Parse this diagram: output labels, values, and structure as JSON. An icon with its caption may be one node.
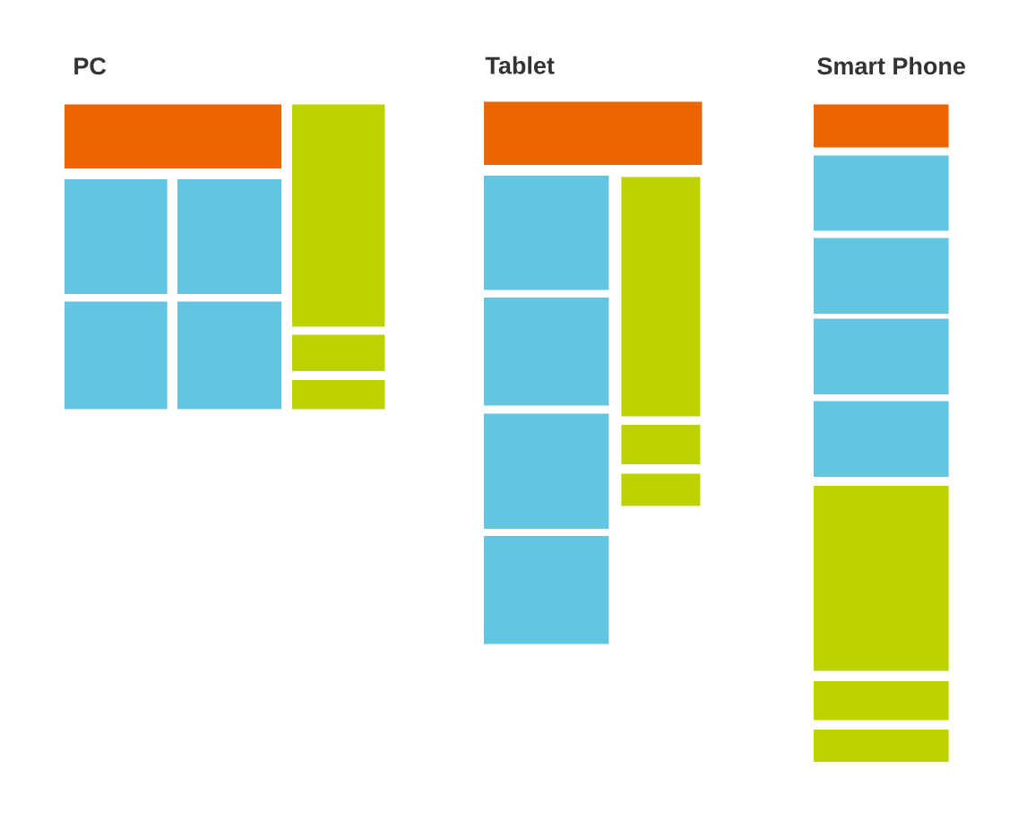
{
  "diagram": {
    "nodes": [
      {
        "text": [],
        "shape": "box"
      },
      {
        "text": [],
        "shape": "box"
      },
      {
        "text": [],
        "shape": "box"
      },
      {
        "text": [],
        "shape": "box"
      },
      {
        "text": [],
        "shape": "box"
      },
      {
        "text": [],
        "shape": "box"
      },
      {
        "text": [],
        "shape": "box"
      },
      {
        "text": [],
        "shape": "box"
      },
      {
        "text": [],
        "shape": "box"
      },
      {
        "text": [],
        "shape": "box"
      },
      {
        "text": [],
        "shape": "box"
      },
      {
        "text": [],
        "shape": "box"
      },
      {
        "text": [],
        "shape": "box"
      },
      {
        "text": [],
        "shape": "box"
      },
      {
        "text": [],
        "shape": "box"
      },
      {
        "text": [],
        "shape": "box"
      },
      {
        "text": [],
        "shape": "box"
      },
      {
        "text": [],
        "shape": "box"
      },
      {
        "text": [],
        "shape": "box"
      },
      {
        "text": [],
        "shape": "box"
      },
      {
        "text": [],
        "shape": "box"
      },
      {
        "text": [],
        "shape": "box"
      },
      {
        "text": [],
        "shape": "box"
      },
      {
        "text": [],
        "shape": "box"
      }
    ],
    "labels": [
      "PC",
      "Tablet",
      "Smart Phone"
    ]
  }
}
